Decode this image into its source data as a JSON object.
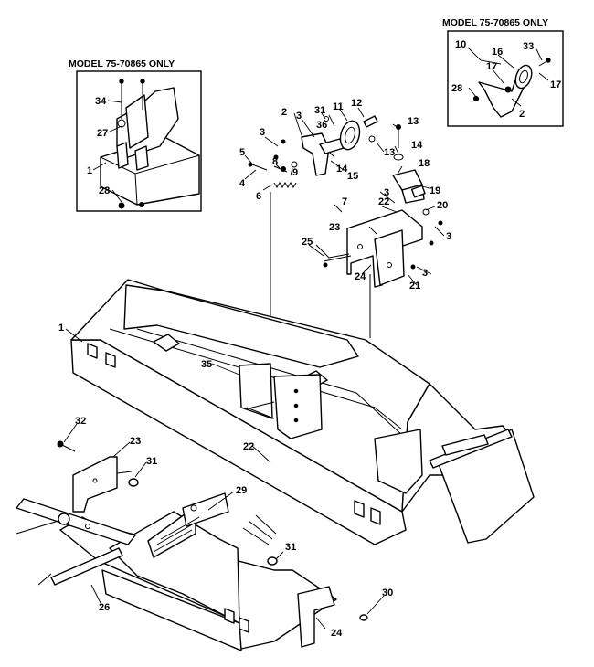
{
  "inset_left": {
    "title": "MODEL 75-70865 ONLY"
  },
  "inset_right": {
    "title": "MODEL 75-70865 ONLY"
  },
  "callouts": {
    "c1_main": "1",
    "c1_inset": "1",
    "c2_main": "2",
    "c2_inset": "2",
    "c3_a": "3",
    "c3_b": "3",
    "c3_c": "3",
    "c3_d": "3",
    "c3_e": "3",
    "c4": "4",
    "c5": "5",
    "c6": "6",
    "c7": "7",
    "c8": "8",
    "c9": "9",
    "c10": "10",
    "c11": "11",
    "c12": "12",
    "c13_a": "13",
    "c13_b": "13",
    "c14_a": "14",
    "c14_b": "14",
    "c15": "15",
    "c16": "16",
    "c17_a": "17",
    "c17_b": "17",
    "c18": "18",
    "c19": "19",
    "c20": "20",
    "c21": "21",
    "c22_a": "22",
    "c22_b": "22",
    "c23_a": "23",
    "c23_b": "23",
    "c24_a": "24",
    "c24_b": "24",
    "c25": "25",
    "c26": "26",
    "c27": "27",
    "c28_a": "28",
    "c28_b": "28",
    "c29": "29",
    "c30": "30",
    "c31_a": "31",
    "c31_b": "31",
    "c31_c": "31",
    "c32": "32",
    "c33": "33",
    "c34": "34",
    "c35": "35",
    "c36": "36"
  }
}
